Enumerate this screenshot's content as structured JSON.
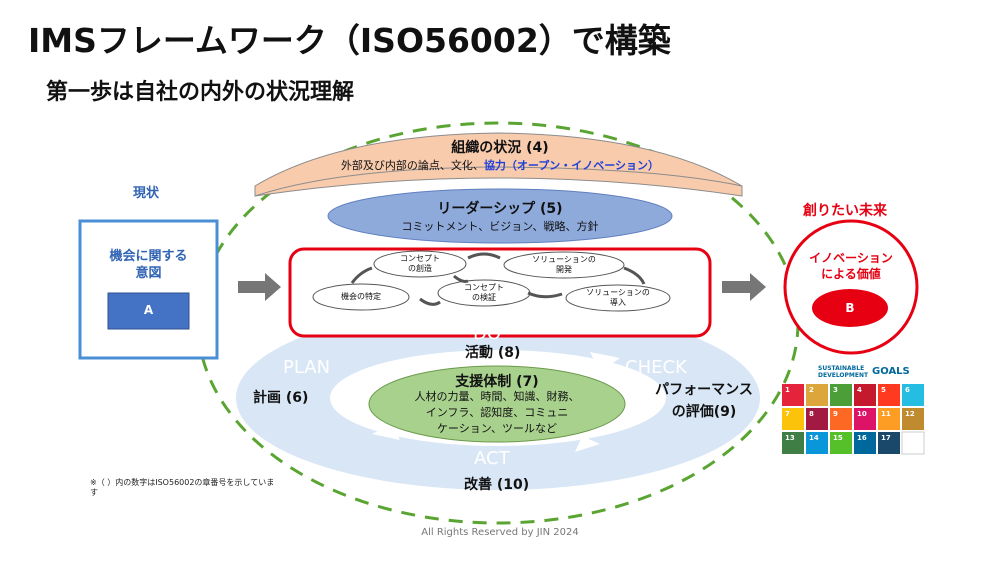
{
  "title": "IMSフレームワーク（ISO56002）で構築",
  "subtitle": "第一歩は自社の内外の状況理解",
  "current_state": {
    "heading": "現状",
    "box_label_line1": "機会に関する",
    "box_label_line2": "意図",
    "box_letter": "A"
  },
  "future_state": {
    "heading": "創りたい未来",
    "circle_label_line1": "イノベーション",
    "circle_label_line2": "による価値",
    "circle_letter": "B"
  },
  "context": {
    "heading": "組織の状況 (4)",
    "detail_plain": "外部及び内部の論点、文化、",
    "detail_highlight": "協力（オープン・イノベーション）"
  },
  "leadership": {
    "heading": "リーダーシップ (5)",
    "detail": "コミットメント、ビジョン、戦略、方針"
  },
  "process": {
    "steps": [
      {
        "line1": "機会の特定",
        "line2": ""
      },
      {
        "line1": "コンセプト",
        "line2": "の創造"
      },
      {
        "line1": "コンセプト",
        "line2": "の検証"
      },
      {
        "line1": "ソリューションの",
        "line2": "開発"
      },
      {
        "line1": "ソリューションの",
        "line2": "導入"
      }
    ]
  },
  "cycle": {
    "do_word": "DO",
    "plan_word": "PLAN",
    "check_word": "CHECK",
    "act_word": "ACT",
    "do_label": "活動 (8)",
    "plan_label": "計画 (6)",
    "check_label_line1": "パフォーマンス",
    "check_label_line2": "の評価(9)",
    "act_label": "改善 (10)"
  },
  "support": {
    "heading": "支援体制 (7)",
    "line1": "人材の力量、時間、知識、財務、",
    "line2": "インフラ、認知度、コミュニ",
    "line3": "ケーション、ツールなど"
  },
  "sdgs": {
    "logo_line1": "SUSTAINABLE",
    "logo_line2": "DEVELOPMENT",
    "logo_word": "GOALS",
    "tiles": [
      "1",
      "2",
      "3",
      "4",
      "5",
      "6",
      "7",
      "8",
      "9",
      "10",
      "11",
      "12",
      "13",
      "14",
      "15",
      "16",
      "17"
    ],
    "colors": [
      "#e5243b",
      "#dda63a",
      "#4c9f38",
      "#c5192d",
      "#ff3a21",
      "#26bde2",
      "#fcc30b",
      "#a21942",
      "#fd6925",
      "#dd1367",
      "#fd9d24",
      "#bf8b2e",
      "#3f7e44",
      "#0a97d9",
      "#56c02b",
      "#00689d",
      "#19486a"
    ]
  },
  "footnote_line1": "※（ ）内の数字はISO56002の章番号を示していま",
  "footnote_line2": "す",
  "copyright": "All Rights Reserved by JIN 2024"
}
